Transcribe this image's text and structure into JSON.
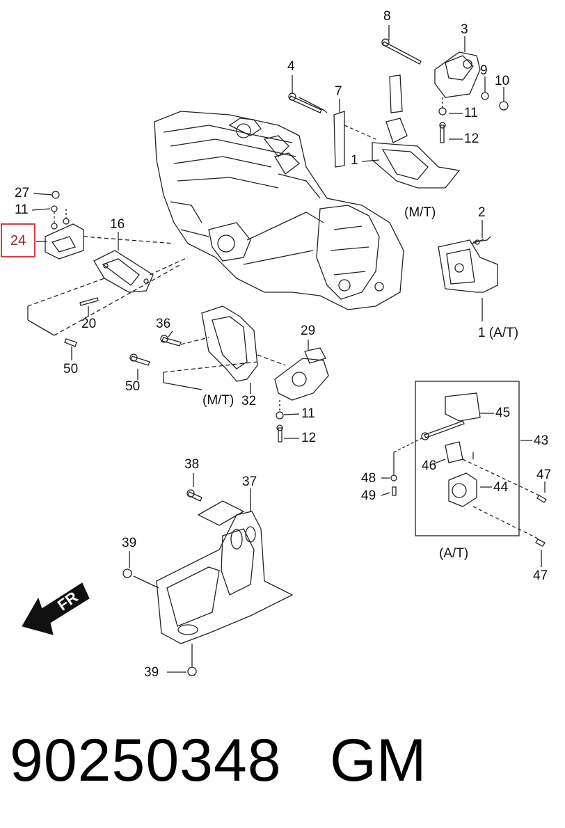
{
  "diagram": {
    "callouts": [
      "8",
      "3",
      "4",
      "7",
      "9",
      "10",
      "11",
      "12",
      "1",
      "2",
      "27",
      "24",
      "16",
      "20",
      "50",
      "36",
      "29",
      "11",
      "12",
      "32",
      "50",
      "38",
      "37",
      "39",
      "39",
      "45",
      "43",
      "46",
      "44",
      "47",
      "48",
      "49",
      "47",
      "1"
    ],
    "variant_labels": {
      "mt_top": "(M/T)",
      "at_right": "1  (A/T)",
      "mt_bottom": "(M/T)",
      "at_box": "(A/T)"
    },
    "highlighted_callout": "24",
    "direction_arrow": "FR"
  },
  "footer": {
    "part_number": "90250348",
    "brand": "GM"
  },
  "colors": {
    "highlight_border": "#e03a3e",
    "highlight_text": "#8a2a2e",
    "line": "#222222"
  }
}
